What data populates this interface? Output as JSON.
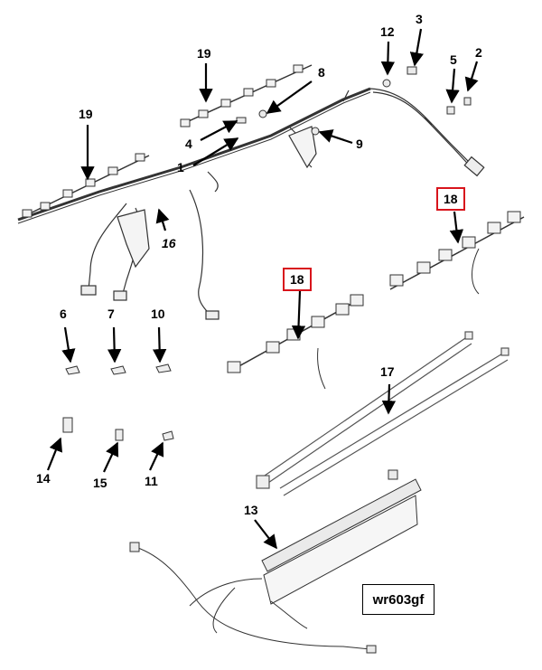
{
  "callouts": {
    "c1": "1",
    "c2": "2",
    "c3": "3",
    "c4": "4",
    "c5": "5",
    "c6": "6",
    "c7": "7",
    "c8": "8",
    "c9": "9",
    "c10": "10",
    "c11": "11",
    "c12": "12",
    "c13": "13",
    "c14": "14",
    "c15": "15",
    "c16": "16",
    "c17": "17",
    "c18a": "18",
    "c18b": "18",
    "c19a": "19",
    "c19b": "19"
  },
  "reference_code": "wr603gf",
  "colors": {
    "highlight_box": "#d8141c",
    "line": "#000000",
    "part_fill": "#f2f2f2"
  }
}
